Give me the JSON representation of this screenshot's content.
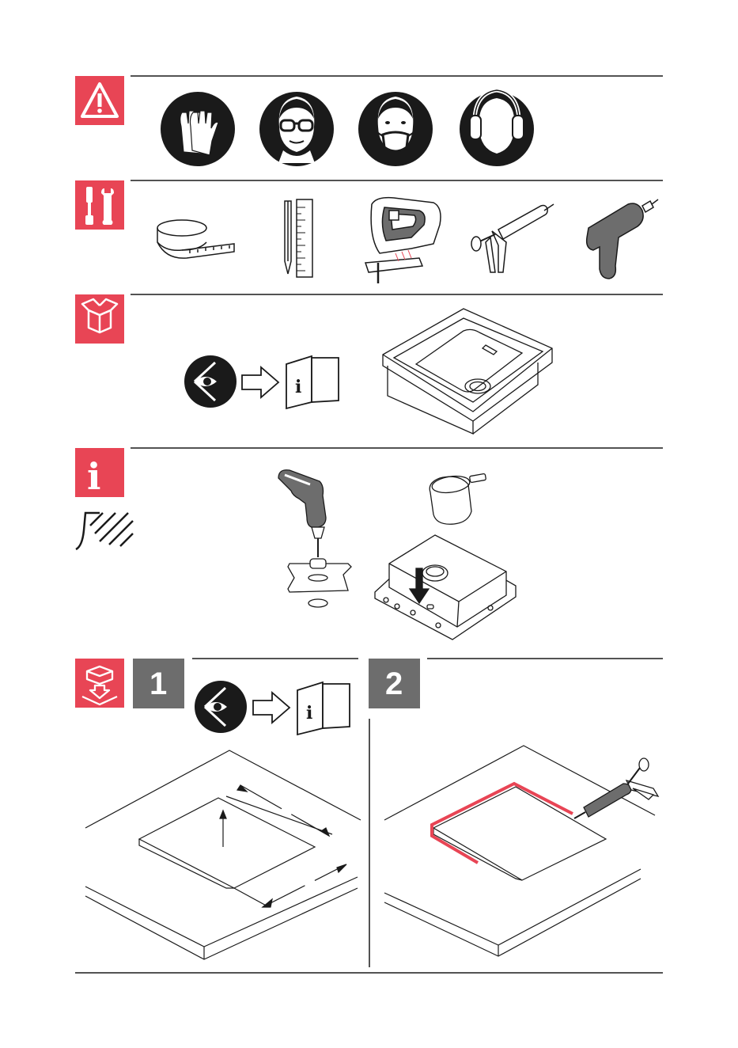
{
  "colors": {
    "accent": "#e84555",
    "dark": "#1a1a1a",
    "step_box": "#6d6d6d",
    "sealant": "#e84555"
  },
  "sections": [
    {
      "id": "safety",
      "badge_icon": "warning-triangle-icon",
      "icons": [
        "gloves-mandatory-icon",
        "safety-goggles-mandatory-icon",
        "dust-mask-mandatory-icon",
        "ear-protection-mandatory-icon"
      ]
    },
    {
      "id": "tools",
      "badge_icon": "screwdriver-wrench-icon",
      "icons": [
        "measuring-tape-icon",
        "pencil-ruler-icon",
        "jigsaw-icon",
        "caulking-gun-icon",
        "drill-icon"
      ]
    },
    {
      "id": "package",
      "badge_icon": "open-box-icon",
      "icons": [
        "read-instructions-eye-icon",
        "arrow-right-icon",
        "instruction-leaflet-icon",
        "sink-basin-icon"
      ]
    },
    {
      "id": "information",
      "badge_icon": "info-icon",
      "secondary_icon": "worktop-surface-icon",
      "icons": [
        "drill-with-template-icon",
        "hole-saw-icon",
        "sink-underside-mounting-icon"
      ]
    },
    {
      "id": "installation",
      "badge_icon": "box-install-icon",
      "steps": [
        {
          "number": "1",
          "icons": [
            "read-instructions-eye-icon",
            "arrow-right-icon",
            "instruction-leaflet-icon",
            "worktop-cutout-measure-icon"
          ]
        },
        {
          "number": "2",
          "icons": [
            "worktop-sealant-icon",
            "caulking-gun-icon"
          ]
        }
      ]
    }
  ],
  "leaflet_letter": "i"
}
